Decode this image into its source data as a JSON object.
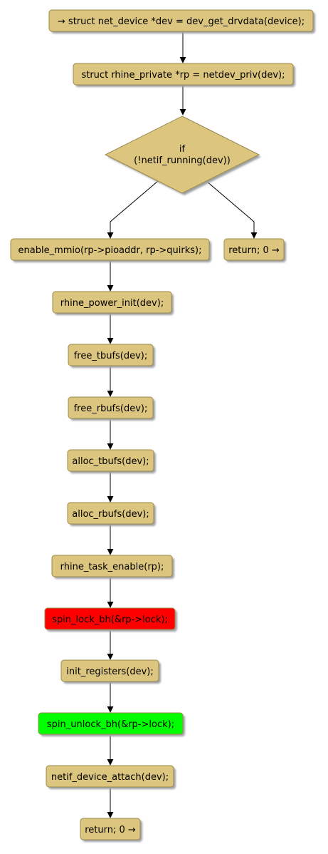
{
  "colors": {
    "node_fill": "#DBC57F",
    "node_stroke": "#9B8A4A",
    "shadow": "#9FA0A5",
    "edge": "#000000",
    "lock_fill": "#FF0000",
    "unlock_fill": "#00FF00"
  },
  "nodes": {
    "get_drvdata": "→ struct net_device *dev = dev_get_drvdata(device);",
    "netdev_priv": "struct rhine_private *rp = netdev_priv(dev);",
    "if_line1": "if",
    "if_line2": "(!netif_running(dev))",
    "enable_mmio": "enable_mmio(rp->pioaddr, rp->quirks);",
    "return_early": "return; 0 →",
    "rhine_power_init": "rhine_power_init(dev);",
    "free_tbufs": "free_tbufs(dev);",
    "free_rbufs": "free_rbufs(dev);",
    "alloc_tbufs": "alloc_tbufs(dev);",
    "alloc_rbufs": "alloc_rbufs(dev);",
    "rhine_task_enable": "rhine_task_enable(rp);",
    "spin_lock_bh": "spin_lock_bh(&rp->lock);",
    "init_registers": "init_registers(dev);",
    "spin_unlock_bh": "spin_unlock_bh(&rp->lock);",
    "netif_device_attach": "netif_device_attach(dev);",
    "return_final": "return; 0 →"
  }
}
